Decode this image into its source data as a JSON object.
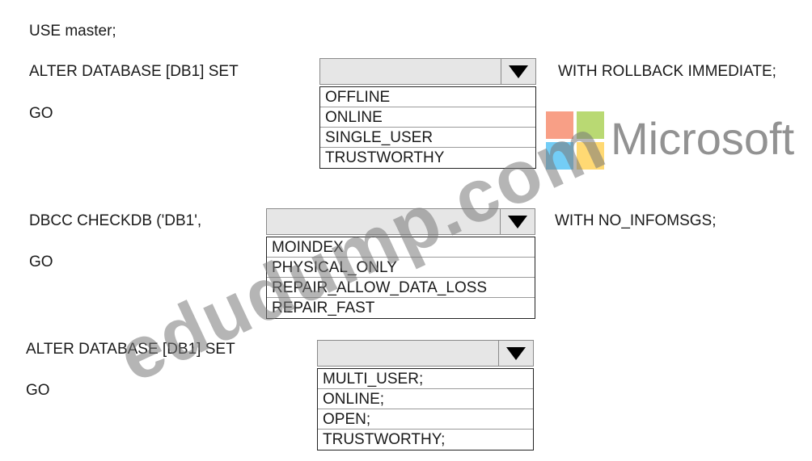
{
  "lines": {
    "use_master": "USE master;",
    "alter1": "ALTER DATABASE [DB1] SET",
    "rollback": "WITH ROLLBACK IMMEDIATE;",
    "go1": "GO",
    "dbcc": "DBCC CHECKDB ('DB1',",
    "noinfo": "WITH NO_INFOMSGS;",
    "go2": "GO",
    "alter2": "ALTER DATABASE [DB1] SET",
    "go3": "GO"
  },
  "dropdown1": {
    "selected": "",
    "options": [
      "OFFLINE",
      "ONLINE",
      "SINGLE_USER",
      "TRUSTWORTHY"
    ]
  },
  "dropdown2": {
    "selected": "",
    "options": [
      "MOINDEX",
      "PHYSICAL_ONLY",
      "REPAIR_ALLOW_DATA_LOSS",
      "REPAIR_FAST"
    ]
  },
  "dropdown3": {
    "selected": "",
    "options": [
      "MULTI_USER;",
      "ONLINE;",
      "OPEN;",
      "TRUSTWORTHY;"
    ]
  },
  "watermark": {
    "site": "edudump.com",
    "brand": "Microsoft"
  },
  "colors": {
    "logo_red": "#f25022",
    "logo_green": "#7fba00",
    "logo_blue": "#00a4ef",
    "logo_yellow": "#ffb900",
    "dropdown_bg": "#e6e6e6"
  },
  "icons": {
    "dropdown_arrow": "triangle-down-icon"
  }
}
